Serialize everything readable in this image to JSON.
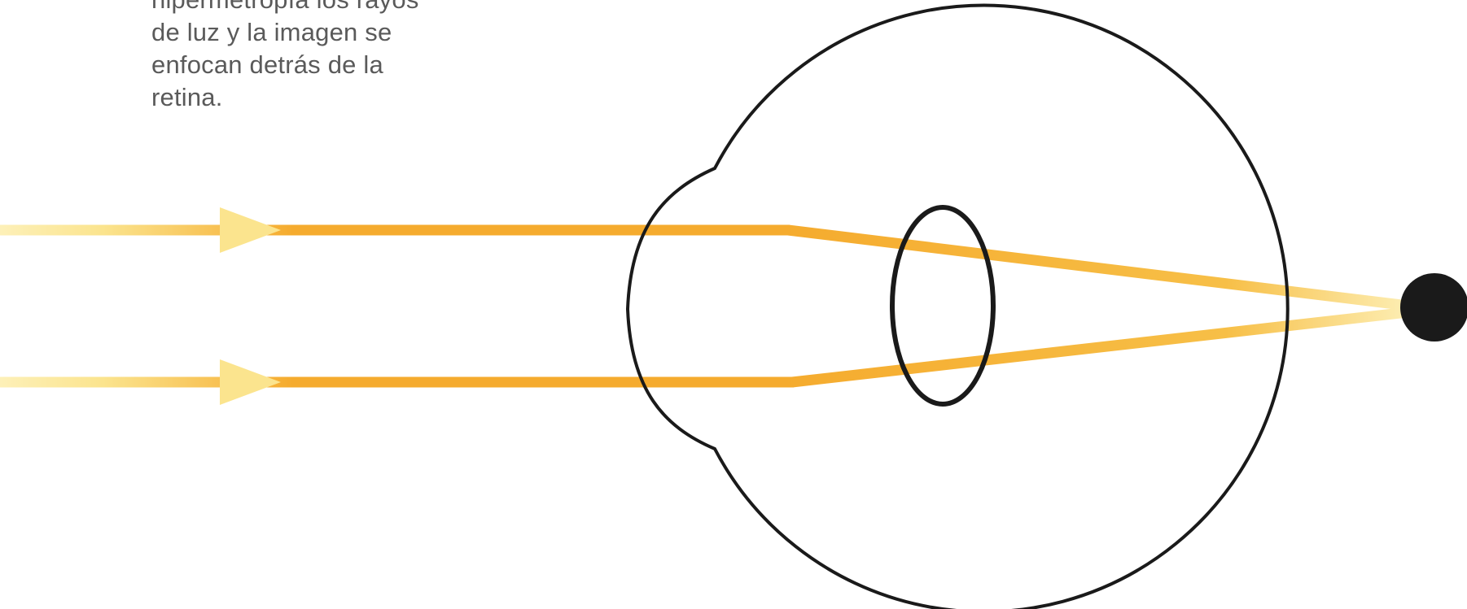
{
  "caption": {
    "lines": [
      "hipermetropía los rayos",
      "de luz y la imagen se",
      "enfocan detrás de la",
      "retina."
    ]
  },
  "colors": {
    "background": "#ffffff",
    "text": "#5a5a5a",
    "outline": "#1a1a1a",
    "ray_light": "#fbe48e",
    "ray_dark": "#f5ab2e",
    "focus_point": "#1a1a1a"
  },
  "icons": {
    "arrow_heads": "triangle-arrow-icon",
    "focus_point": "filled-circle-icon"
  }
}
